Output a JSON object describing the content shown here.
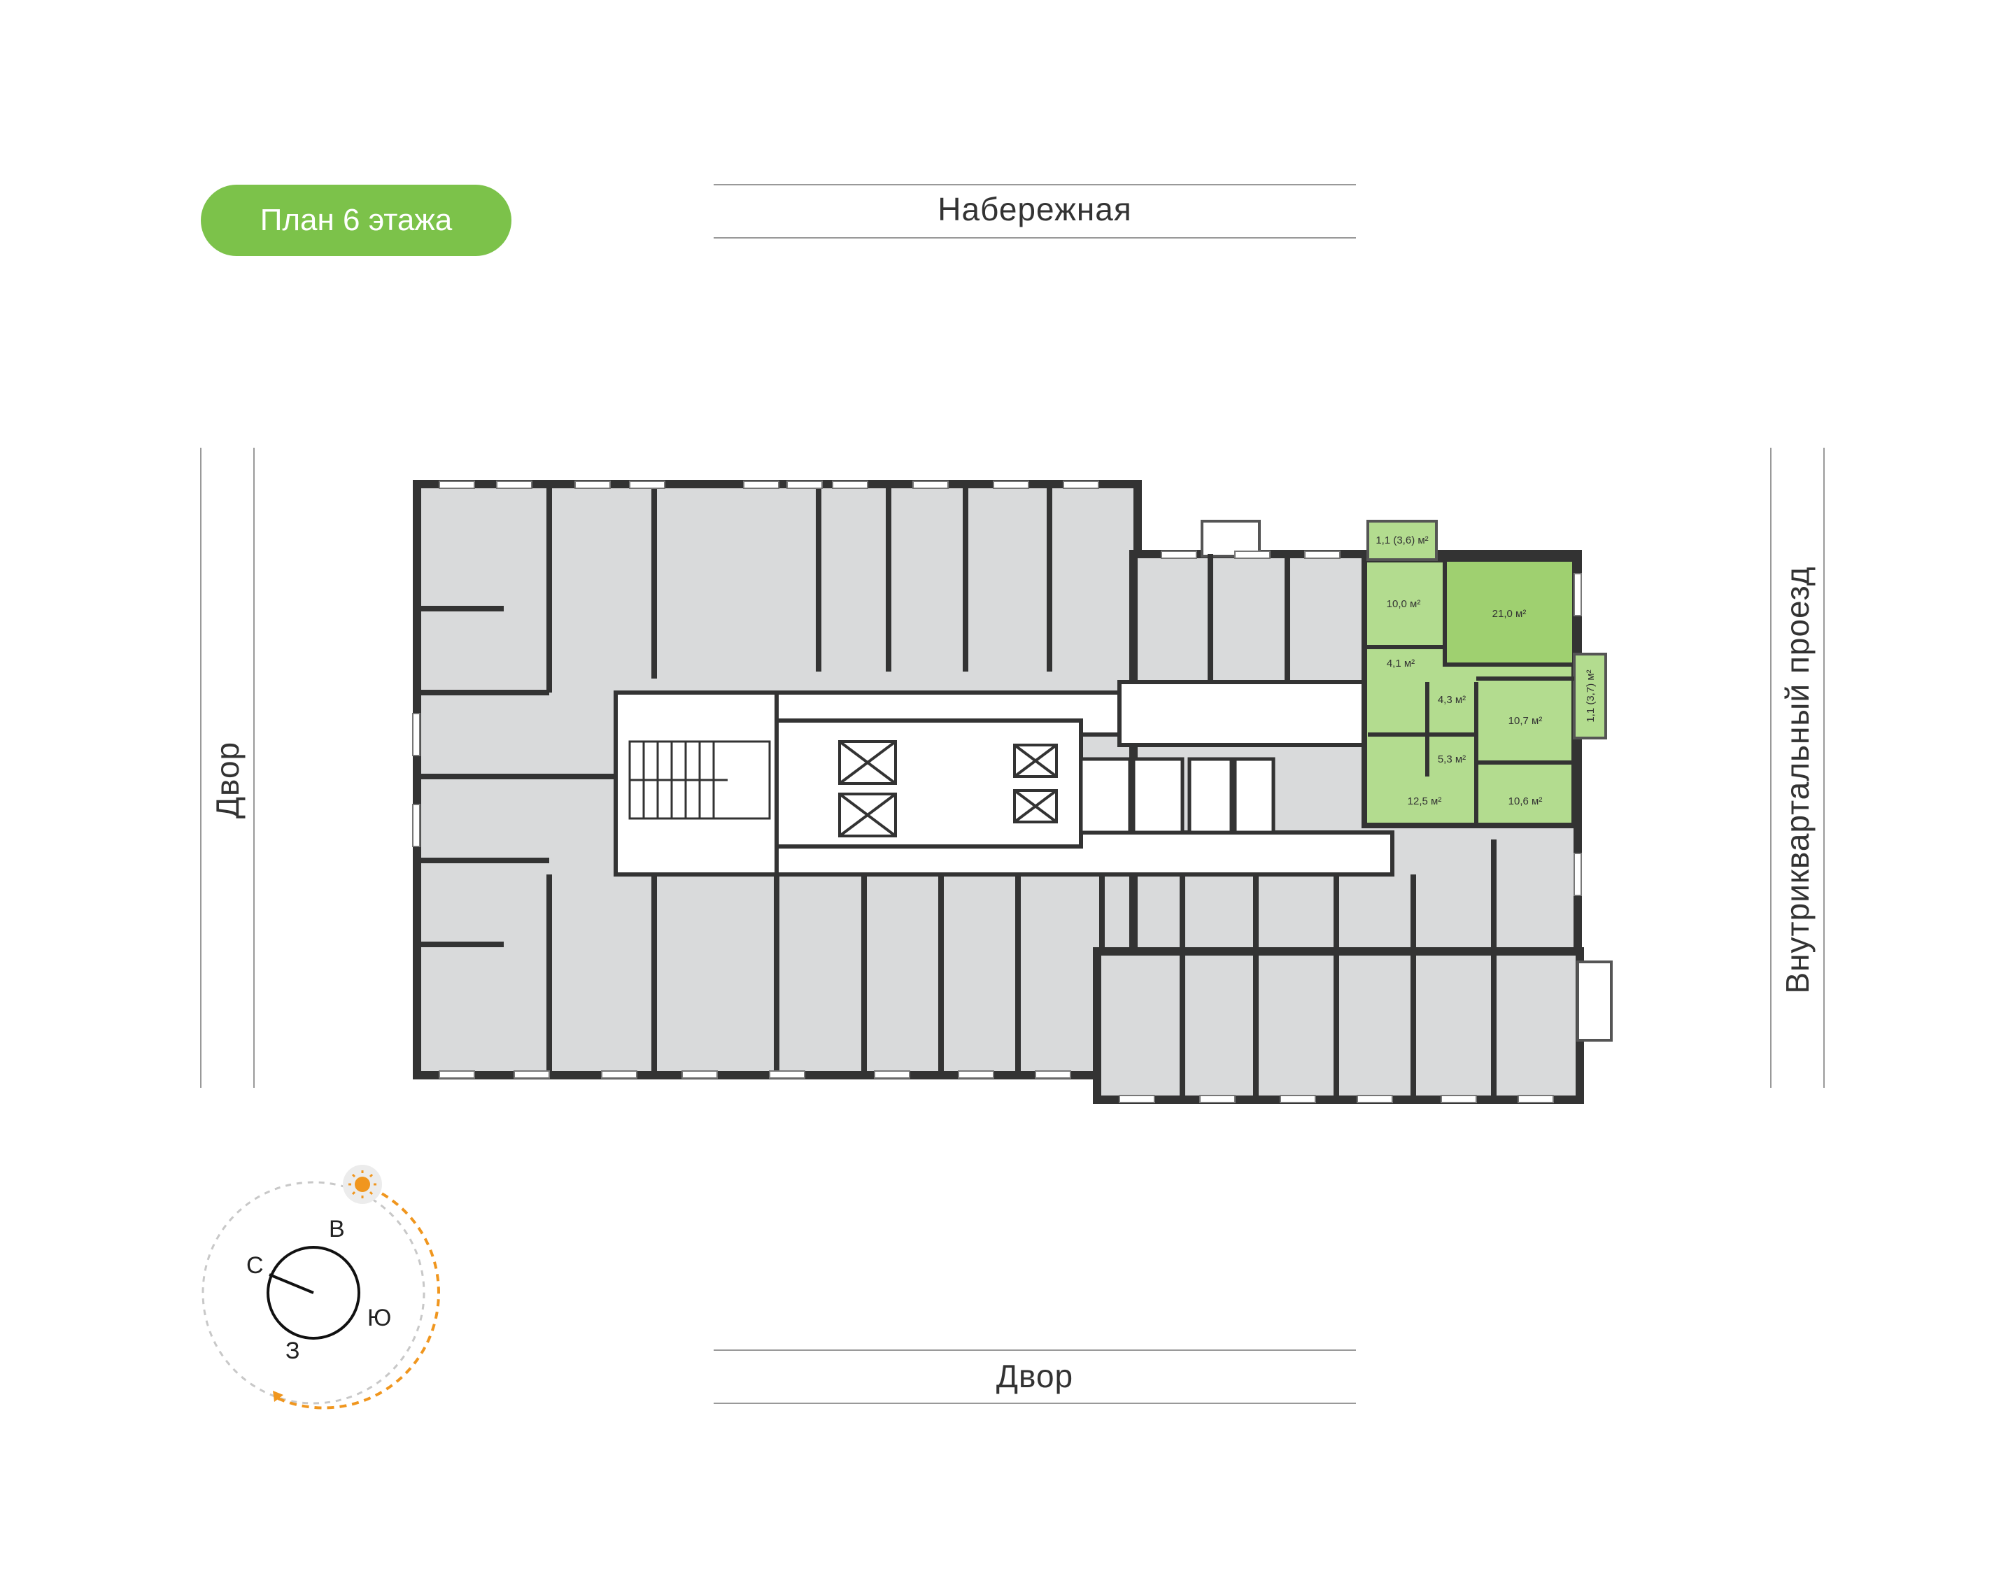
{
  "title": "План 6 этажа",
  "streets": {
    "top": "Набережная",
    "bottom": "Двор",
    "left": "Двор",
    "right": "Внутриквартальный проезд"
  },
  "compass": {
    "n": "С",
    "e": "В",
    "s": "Ю",
    "w": "З"
  },
  "highlighted_apartment": {
    "rooms": [
      {
        "id": "balcony-top",
        "label": "1,1 (3,6) м²"
      },
      {
        "id": "room-10-0",
        "label": "10,0 м²"
      },
      {
        "id": "room-21-0",
        "label": "21,0 м²"
      },
      {
        "id": "room-4-1",
        "label": "4,1 м²"
      },
      {
        "id": "room-4-3",
        "label": "4,3 м²"
      },
      {
        "id": "room-5-3",
        "label": "5,3 м²"
      },
      {
        "id": "room-10-7",
        "label": "10,7 м²"
      },
      {
        "id": "room-12-5",
        "label": "12,5 м²"
      },
      {
        "id": "room-10-6",
        "label": "10,6 м²"
      },
      {
        "id": "balcony-right",
        "label": "1,1 (3,7) м²"
      }
    ]
  },
  "colors": {
    "badge": "#7cc24a",
    "highlight": "#b3dc8f",
    "highlight_deep": "#9fd070",
    "apartment_gray": "#d9dadb",
    "corridor": "#ffffff",
    "wall": "#333333",
    "sun_path": "#f0961e",
    "sun_bg": "#ececec",
    "compass_line": "#111111"
  }
}
